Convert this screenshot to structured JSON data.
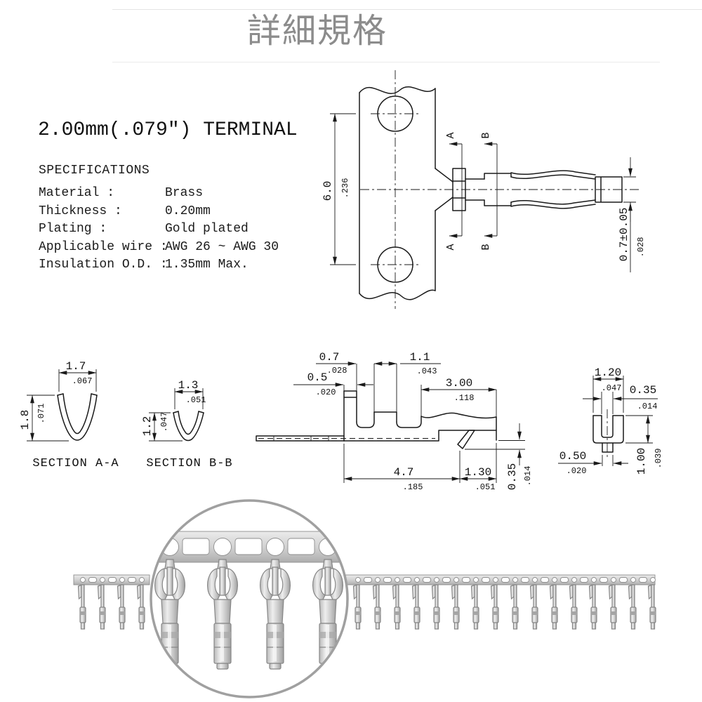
{
  "page": {
    "title": "詳細規格"
  },
  "product": {
    "heading": "2.00mm(.079\") TERMINAL"
  },
  "specs": {
    "heading": "SPECIFICATIONS",
    "rows": [
      {
        "label": "Material :",
        "value": "Brass"
      },
      {
        "label": "Thickness :",
        "value": "0.20mm"
      },
      {
        "label": "Plating :",
        "value": "Gold plated"
      },
      {
        "label": "Applicable wire :",
        "value": "AWG 26 ~ AWG 30"
      },
      {
        "label": "Insulation O.D. :",
        "value": "1.35mm Max."
      }
    ]
  },
  "front_view": {
    "pitch_mm": "6.0",
    "pitch_in": ".236",
    "tip_mm": "0.7±0.05",
    "tip_in": ".028",
    "section_a": "A",
    "section_b": "B"
  },
  "section_aa": {
    "label": "SECTION A-A",
    "width_mm": "1.7",
    "width_in": ".067",
    "depth_mm": "1.8",
    "depth_in": ".071"
  },
  "section_bb": {
    "label": "SECTION B-B",
    "width_mm": "1.3",
    "width_in": ".051",
    "depth_mm": "1.2",
    "depth_in": ".047"
  },
  "side_view": {
    "slot1_mm": "0.7",
    "slot1_in": ".028",
    "tab_mm": "0.5",
    "tab_in": ".020",
    "slot2_mm": "1.1",
    "slot2_in": ".043",
    "contact_mm": "3.00",
    "contact_in": ".118",
    "body_mm": "4.7",
    "body_in": ".185",
    "lance_mm": "1.30",
    "lance_in": ".051",
    "lance_h_mm": "0.35",
    "lance_h_in": ".014"
  },
  "end_view": {
    "width_mm": "1.20",
    "width_in": ".047",
    "thick_mm": "0.35",
    "thick_in": ".014",
    "tab_mm": "0.50",
    "tab_in": ".020",
    "height_mm": "1.00",
    "height_in": ".039"
  },
  "colors": {
    "line": "#1a1a1a",
    "title_gray": "#8c8c8c",
    "metal_light": "#ececec",
    "metal_dark": "#9e9e9e",
    "circle_border": "#a0a0a0"
  }
}
